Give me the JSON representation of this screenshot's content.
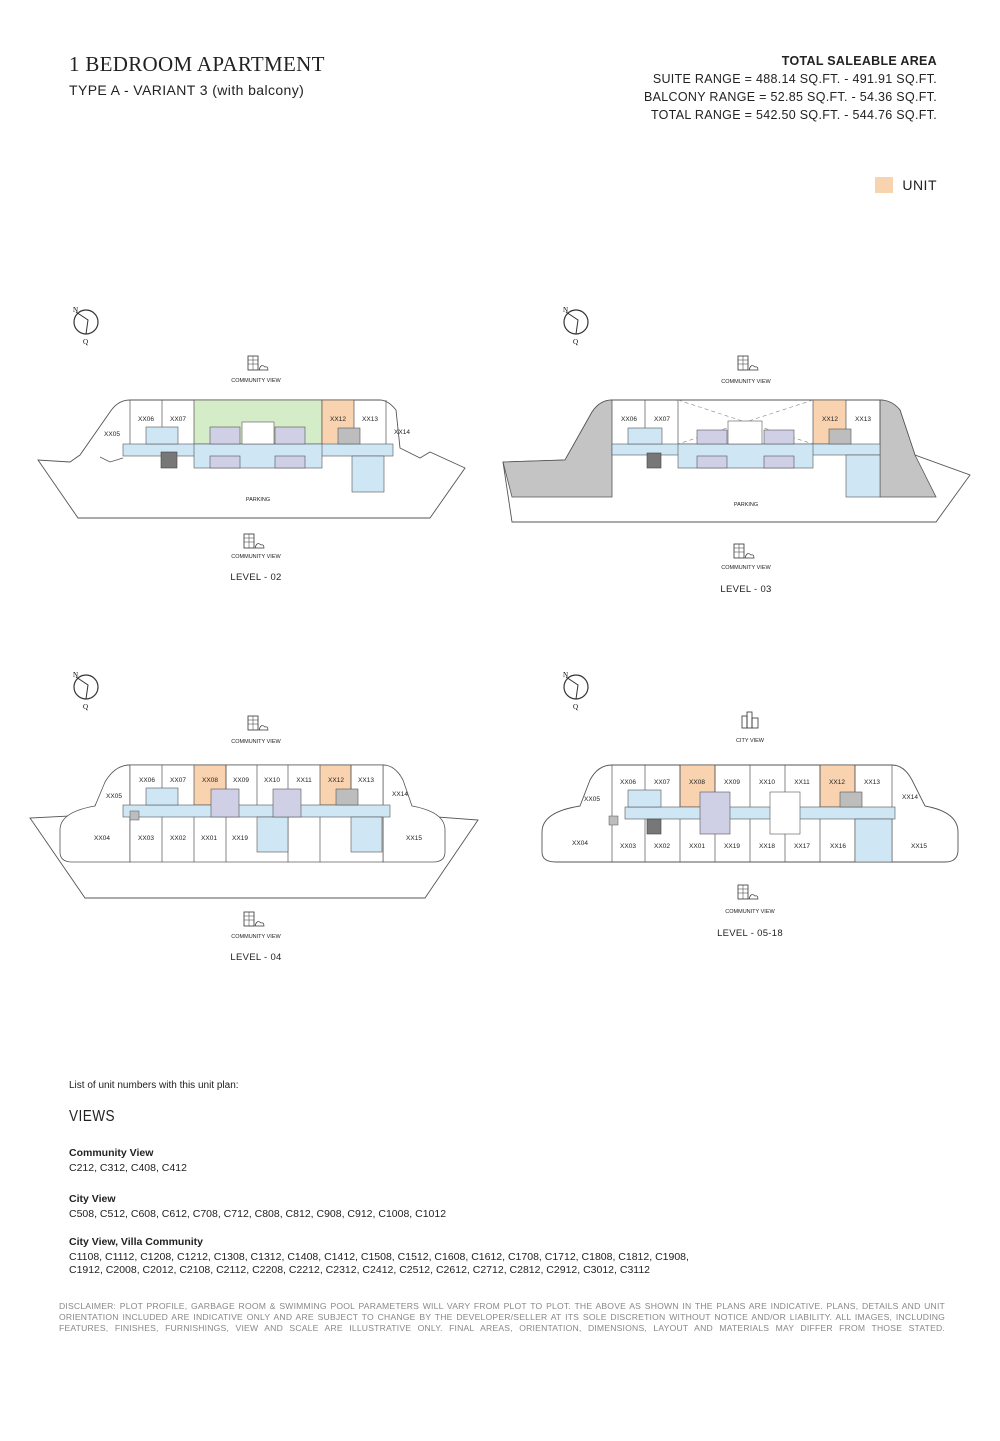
{
  "header": {
    "title": "1 BEDROOM APARTMENT",
    "subtitle": "TYPE A - VARIANT 3 (with balcony)"
  },
  "area": {
    "heading": "TOTAL SALEABLE AREA",
    "suite": "SUITE RANGE = 488.14 SQ.FT. - 491.91 SQ.FT.",
    "balcony": "BALCONY RANGE = 52.85 SQ.FT. - 54.36 SQ.FT.",
    "total": "TOTAL RANGE = 542.50 SQ.FT. - 544.76 SQ.FT."
  },
  "legend": {
    "label": "UNIT",
    "color": "#f9d3b0"
  },
  "compass": {
    "n": "N",
    "q": "Q"
  },
  "colors": {
    "unit": "#f9d3b0",
    "corridor": "#cfe6f5",
    "amenity": "#d5ecc8",
    "lift": "#cfd0e6",
    "service": "#bdbdbd",
    "dark": "#777777"
  },
  "plans": {
    "l02": {
      "level": "LEVEL - 02",
      "top_view": "COMMUNITY VIEW",
      "bottom_view": "COMMUNITY VIEW",
      "parking": "PARKING",
      "units": [
        "XX05",
        "XX06",
        "XX07",
        "XX12",
        "XX13",
        "XX14"
      ]
    },
    "l03": {
      "level": "LEVEL - 03",
      "top_view": "COMMUNITY VIEW",
      "bottom_view": "COMMUNITY VIEW",
      "parking": "PARKING",
      "units": [
        "XX06",
        "XX07",
        "XX12",
        "XX13"
      ]
    },
    "l04": {
      "level": "LEVEL - 04",
      "top_view": "COMMUNITY VIEW",
      "bottom_view": "COMMUNITY VIEW",
      "units": [
        "XX05",
        "XX06",
        "XX07",
        "XX08",
        "XX09",
        "XX10",
        "XX11",
        "XX12",
        "XX13",
        "XX14",
        "XX04",
        "XX03",
        "XX02",
        "XX01",
        "XX19",
        "XX15"
      ]
    },
    "l05": {
      "level": "LEVEL - 05-18",
      "top_view": "CITY VIEW",
      "bottom_view": "COMMUNITY VIEW",
      "units": [
        "XX05",
        "XX06",
        "XX07",
        "XX08",
        "XX09",
        "XX10",
        "XX11",
        "XX12",
        "XX13",
        "XX14",
        "XX04",
        "XX03",
        "XX02",
        "XX01",
        "XX19",
        "XX18",
        "XX17",
        "XX16",
        "XX15"
      ]
    }
  },
  "list": {
    "intro": "List of unit numbers with this unit plan:",
    "heading": "VIEWS",
    "groups": [
      {
        "name": "Community View",
        "units": "C212, C312, C408, C412"
      },
      {
        "name": "City View",
        "units": "C508, C512, C608, C612, C708, C712, C808, C812, C908, C912, C1008, C1012"
      },
      {
        "name": "City View, Villa Community",
        "units": "C1108, C1112, C1208, C1212, C1308, C1312, C1408, C1412, C1508, C1512, C1608, C1612, C1708, C1712, C1808, C1812, C1908,",
        "units2": "C1912, C2008, C2012, C2108, C2112, C2208, C2212, C2312, C2412, C2512, C2612, C2712, C2812, C2912, C3012, C3112"
      }
    ]
  },
  "disclaimer": "DISCLAIMER: PLOT PROFILE, GARBAGE ROOM & SWIMMING POOL PARAMETERS WILL VARY FROM PLOT TO PLOT. THE ABOVE AS SHOWN IN THE PLANS ARE INDICATIVE. PLANS, DETAILS AND UNIT ORIENTATION INCLUDED ARE INDICATIVE ONLY AND ARE SUBJECT TO CHANGE BY THE DEVELOPER/SELLER AT ITS SOLE DISCRETION WITHOUT NOTICE AND/OR LIABILITY. ALL IMAGES, INCLUDING FEATURES, FINISHES, FURNISHINGS, VIEW AND SCALE ARE ILLUSTRATIVE ONLY. FINAL AREAS, ORIENTATION, DIMENSIONS, LAYOUT AND MATERIALS MAY DIFFER FROM THOSE STATED."
}
